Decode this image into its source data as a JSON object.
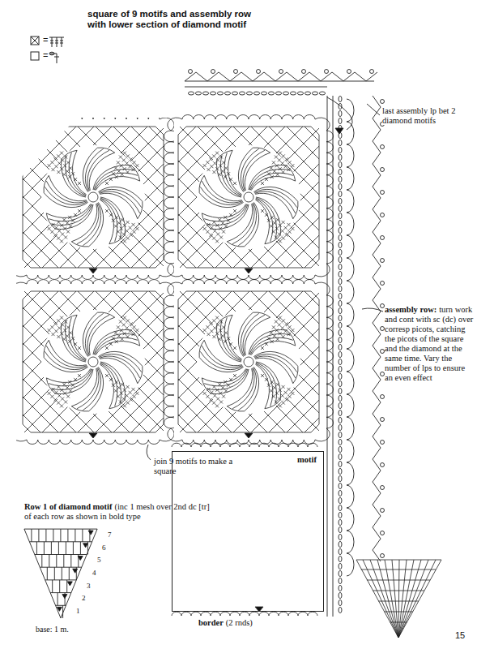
{
  "diagram": {
    "title": "square of 9 motifs and assembly row with lower section of diamond motif",
    "nodes": [
      {
        "text": [
          "motif"
        ]
      }
    ],
    "labels": [
      "last assembly lp bet 2 diamond motifs",
      "assembly row:",
      "turn work and cont with sc (dc) over corresp picots, catching the picots of the square and the diamond at the same time. Vary the number of lps to ensure an even effect",
      "join 9 motifs to make a square",
      "Row 1 of diamond motif",
      "(inc 1 mesh over 2nd dc [tr] of each row as shown in bold type",
      "1",
      "2",
      "3",
      "4",
      "5",
      "6",
      "7",
      "base: 1 m.",
      "border",
      "(2 rnds)",
      "15"
    ],
    "legend": [
      {
        "text": "="
      },
      {
        "text": "="
      }
    ]
  }
}
